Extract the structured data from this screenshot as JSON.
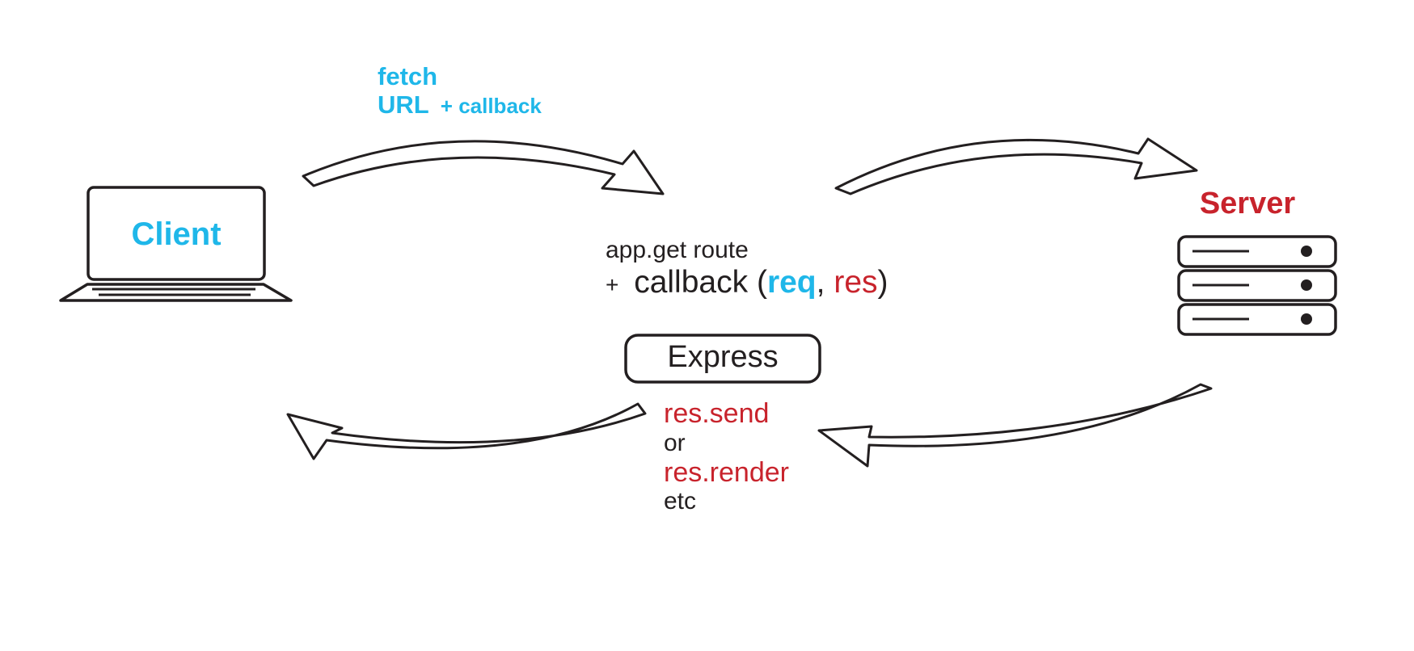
{
  "colors": {
    "client_blue": "#1fb7e9",
    "server_red": "#c8232c",
    "ink": "#231f20"
  },
  "client": {
    "label": "Client",
    "icon": "laptop-icon"
  },
  "server": {
    "label": "Server",
    "icon": "server-rack-icon"
  },
  "request": {
    "line1": "fetch",
    "line2_main": "URL",
    "line2_suffix": "+ callback"
  },
  "route": {
    "line1": "app.get route",
    "plus": "+",
    "callback": "callback (",
    "req": "req",
    "comma": ",",
    "res": "res",
    "close": ")"
  },
  "express": {
    "label": "Express"
  },
  "response": {
    "send": "res.send",
    "or": "or",
    "render": "res.render",
    "etc": "etc"
  }
}
